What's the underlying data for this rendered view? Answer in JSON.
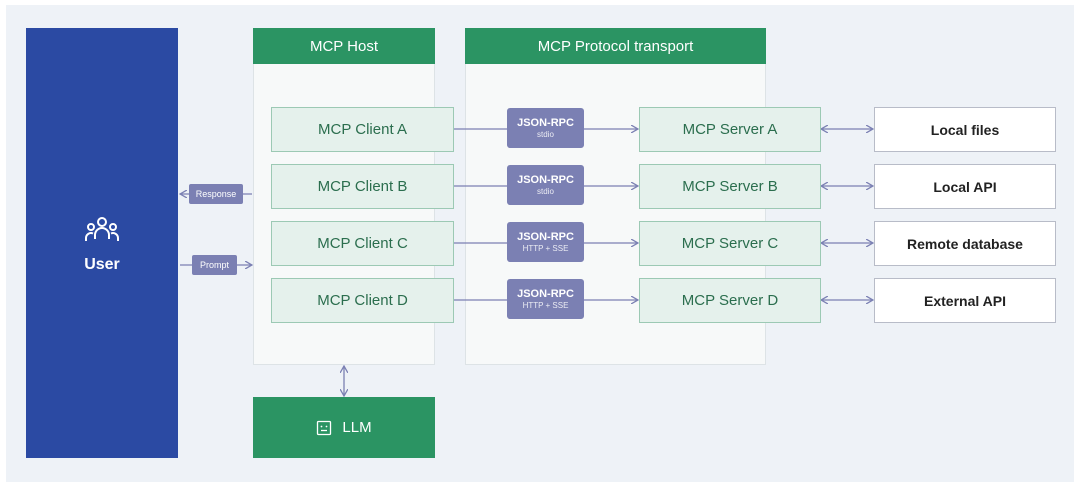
{
  "user": {
    "label": "User",
    "icon": "users-icon"
  },
  "host": {
    "title": "MCP Host",
    "clients": [
      "MCP Client A",
      "MCP Client B",
      "MCP Client C",
      "MCP Client D"
    ]
  },
  "transport": {
    "title": "MCP Protocol transport",
    "channels": [
      {
        "protocol": "JSON-RPC",
        "mode": "stdio"
      },
      {
        "protocol": "JSON-RPC",
        "mode": "stdio"
      },
      {
        "protocol": "JSON-RPC",
        "mode": "HTTP + SSE"
      },
      {
        "protocol": "JSON-RPC",
        "mode": "HTTP + SSE"
      }
    ],
    "servers": [
      "MCP Server A",
      "MCP Server B",
      "MCP Server C",
      "MCP Server D"
    ]
  },
  "resources": [
    "Local files",
    "Local API",
    "Remote database",
    "External API"
  ],
  "flows": {
    "response": "Response",
    "prompt": "Prompt"
  },
  "llm": {
    "label": "LLM",
    "icon": "robot-icon"
  },
  "colors": {
    "user_blue": "#2b4aa3",
    "mcp_green": "#2b9463",
    "node_fill": "#e5f1ec",
    "pill_purple": "#7b80b3",
    "background": "#eef2f7"
  }
}
